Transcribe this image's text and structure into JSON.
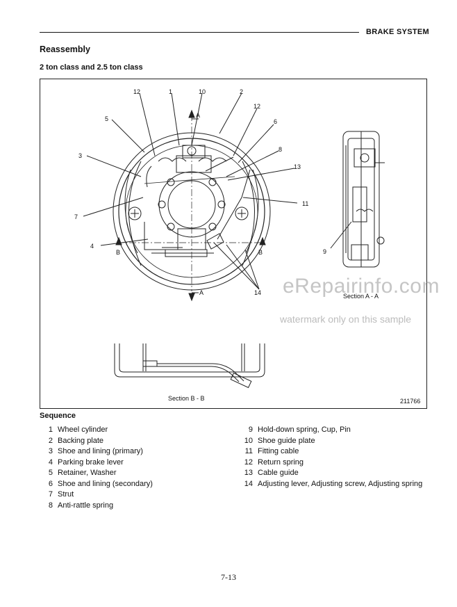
{
  "header": {
    "title": "BRAKE SYSTEM"
  },
  "section_title": "Reassembly",
  "subsection_title": "2 ton class and 2.5 ton class",
  "figure": {
    "callouts": [
      "12",
      "1",
      "10",
      "2",
      "12",
      "5",
      "6",
      "3",
      "8",
      "13",
      "11",
      "7",
      "4",
      "B",
      "B",
      "A",
      "A",
      "14",
      "9"
    ],
    "section_aa_label": "Section A - A",
    "section_bb_label": "Section B - B",
    "figure_number": "211766"
  },
  "watermark": {
    "main": "eRepairinfo.com",
    "sub": "watermark only on this sample"
  },
  "sequence": {
    "title": "Sequence",
    "left": [
      {
        "num": "1",
        "name": "Wheel cylinder"
      },
      {
        "num": "2",
        "name": "Backing plate"
      },
      {
        "num": "3",
        "name": "Shoe and lining (primary)"
      },
      {
        "num": "4",
        "name": "Parking brake lever"
      },
      {
        "num": "5",
        "name": "Retainer, Washer"
      },
      {
        "num": "6",
        "name": "Shoe and lining (secondary)"
      },
      {
        "num": "7",
        "name": "Strut"
      },
      {
        "num": "8",
        "name": "Anti-rattle spring"
      }
    ],
    "right": [
      {
        "num": "9",
        "name": "Hold-down spring, Cup, Pin"
      },
      {
        "num": "10",
        "name": "Shoe guide plate"
      },
      {
        "num": "11",
        "name": "Fitting cable"
      },
      {
        "num": "12",
        "name": "Return spring"
      },
      {
        "num": "13",
        "name": "Cable guide"
      },
      {
        "num": "14",
        "name": "Adjusting lever, Adjusting screw, Adjusting spring"
      }
    ]
  },
  "page_number": "7-13"
}
